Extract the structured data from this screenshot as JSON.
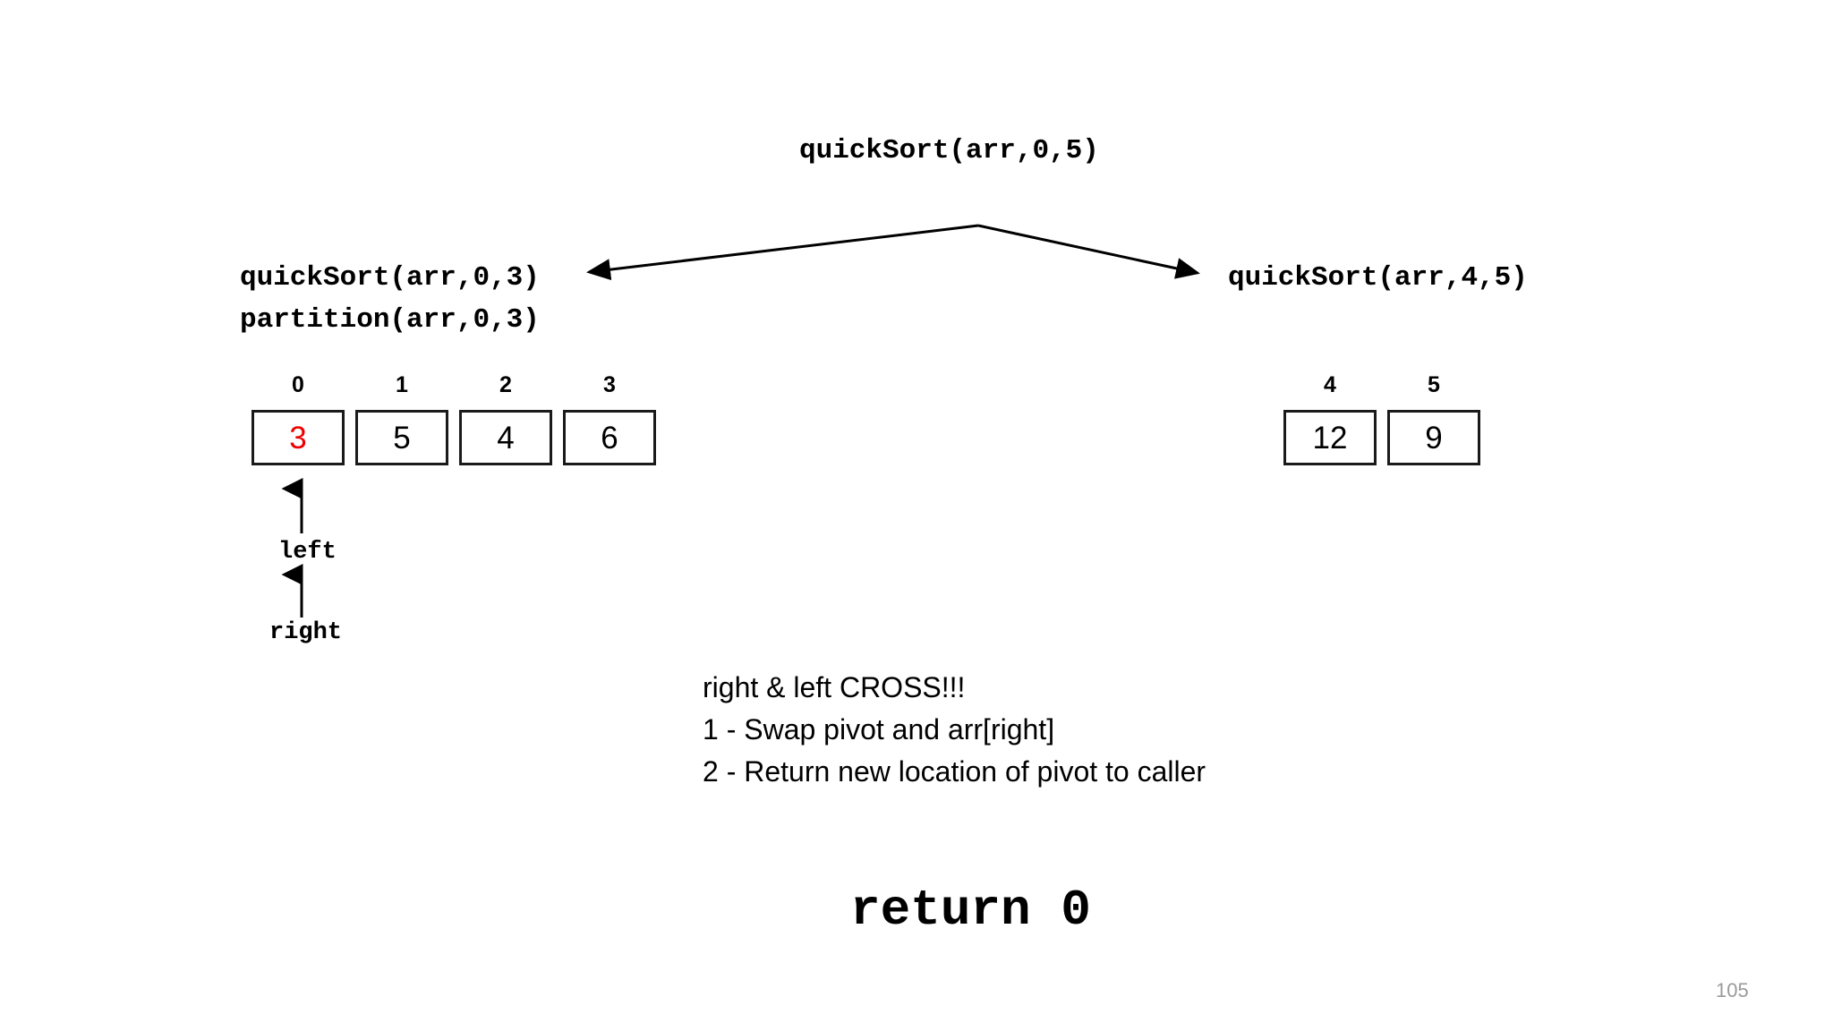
{
  "slide": {
    "number": "105",
    "background_color": "#ffffff",
    "pivot_color": "#ee0000",
    "page_number_color": "#9a9a9a"
  },
  "call_tree": {
    "root": "quickSort(arr,0,5)",
    "left_call": "quickSort(arr,0,3)",
    "left_partition": "partition(arr,0,3)",
    "right_call": "quickSort(arr,4,5)"
  },
  "arrays": {
    "left": {
      "indices": [
        "0",
        "1",
        "2",
        "3"
      ],
      "values": [
        "3",
        "5",
        "4",
        "6"
      ],
      "pivot_index": 0
    },
    "right": {
      "indices": [
        "4",
        "5"
      ],
      "values": [
        "12",
        "9"
      ],
      "pivot_index": -1
    }
  },
  "pointers": {
    "left_label": "left",
    "right_label": "right",
    "target_index": "0"
  },
  "note": {
    "line1": "right & left CROSS!!!",
    "line2": "1 - Swap pivot and arr[right]",
    "line3": "2 - Return new location of pivot to caller"
  },
  "return_statement": "return 0"
}
